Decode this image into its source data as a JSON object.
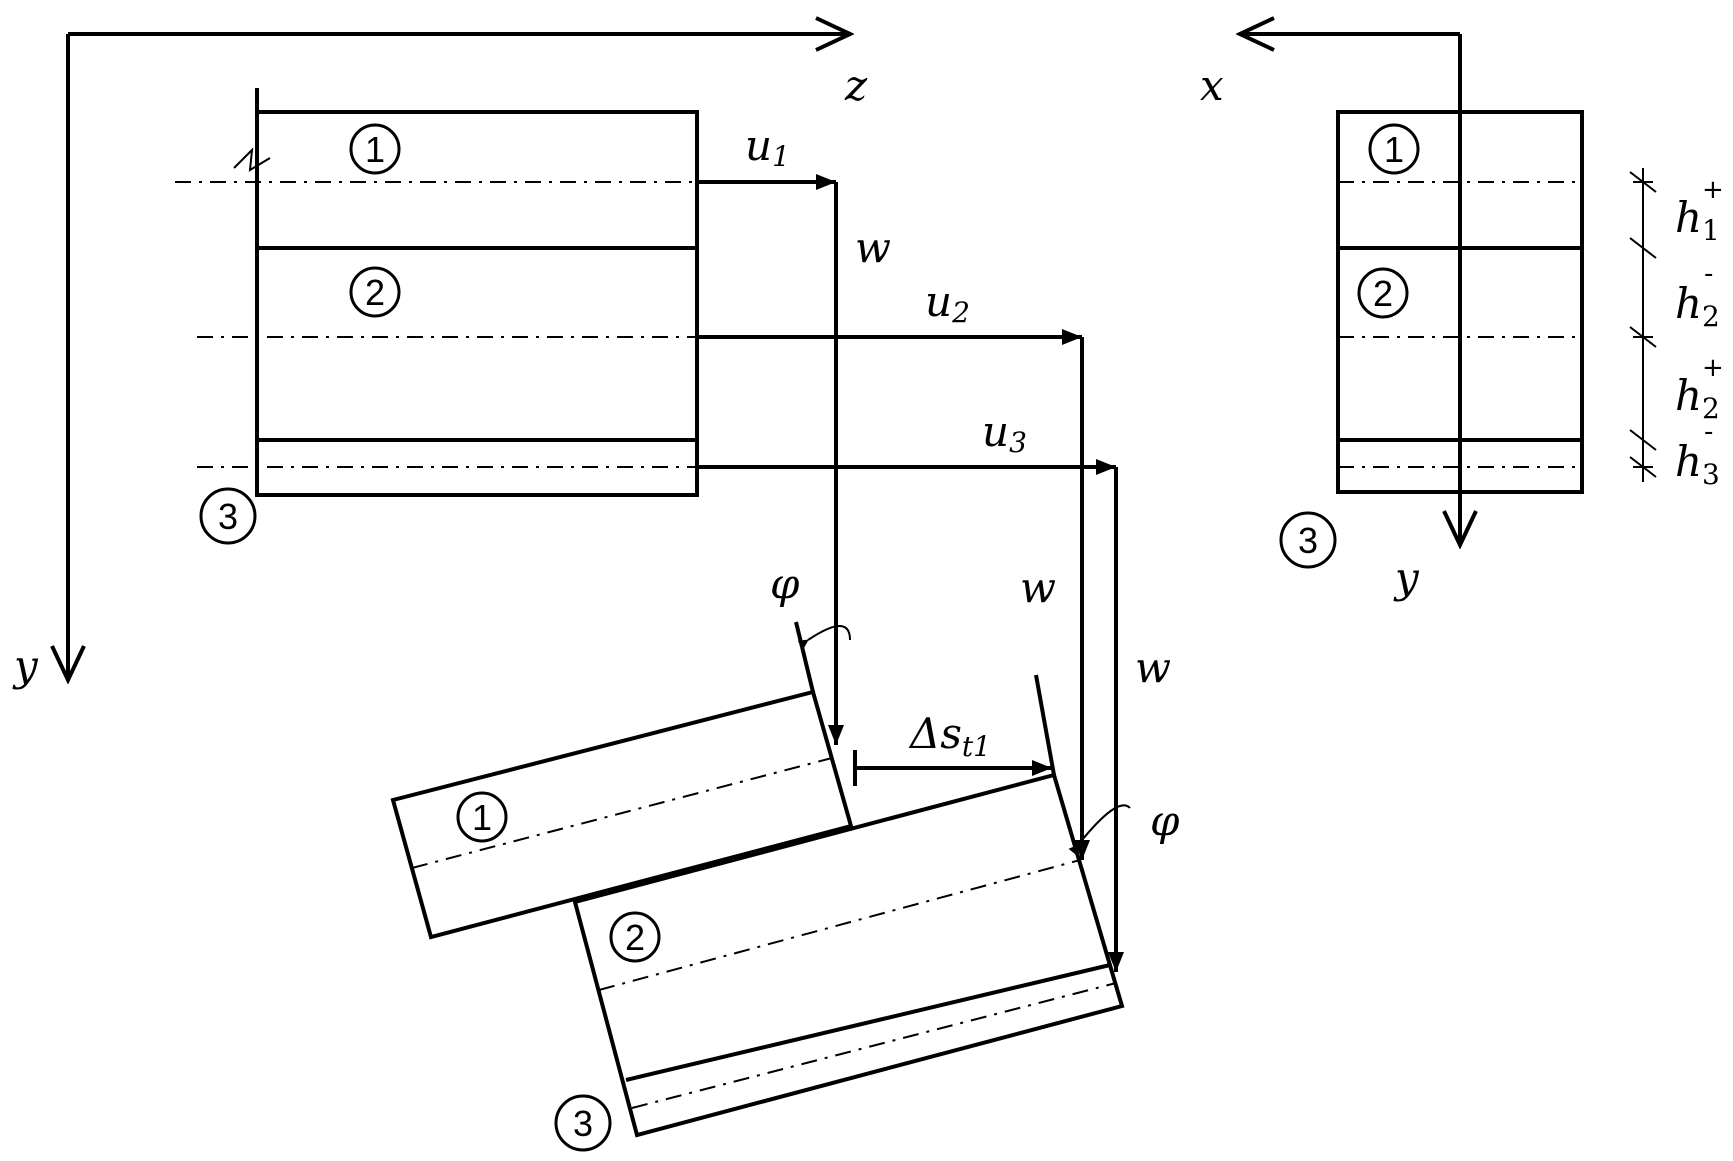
{
  "axes": {
    "left_horizontal": "z",
    "left_vertical": "y",
    "right_horizontal": "x",
    "right_vertical": "y"
  },
  "layers": [
    "1",
    "2",
    "3"
  ],
  "displacements": {
    "u1": {
      "base": "u",
      "sub": "1"
    },
    "u2": {
      "base": "u",
      "sub": "2"
    },
    "u3": {
      "base": "u",
      "sub": "3"
    },
    "w": "w",
    "phi": "φ",
    "slip": {
      "base": "Δs",
      "sub": "t1"
    }
  },
  "thickness": [
    {
      "base": "h",
      "sub": "1",
      "sup": "+"
    },
    {
      "base": "h",
      "sub": "2",
      "sup": "-"
    },
    {
      "base": "h",
      "sub": "2",
      "sup": "+"
    },
    {
      "base": "h",
      "sub": "3",
      "sup": "-"
    }
  ]
}
